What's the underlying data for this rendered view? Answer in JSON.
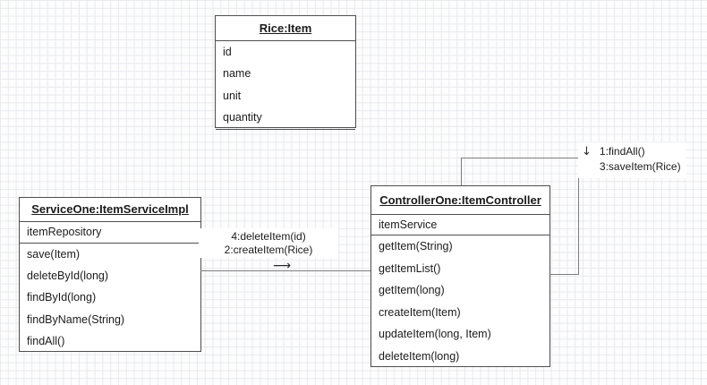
{
  "objects": {
    "rice": {
      "title": "Rice:Item",
      "attributes": [
        "id",
        "name",
        "unit",
        "quantity"
      ]
    },
    "service": {
      "title": "ServiceOne:ItemServiceImpl",
      "attributes": [
        "itemRepository"
      ],
      "methods": [
        "save(Item)",
        "deleteById(long)",
        "findById(long)",
        "findByName(String)",
        "findAll()"
      ]
    },
    "controller": {
      "title": "ControllerOne:ItemController",
      "attributes": [
        "itemService"
      ],
      "methods": [
        "getItem(String)",
        "getItemList()",
        "getItem(long)",
        "createItem(Item)",
        "updateItem(long, Item)",
        "deleteItem(long)"
      ]
    }
  },
  "connections": {
    "service_to_controller": {
      "labels": [
        "4:deleteItem(id)",
        "2:createItem(Rice)"
      ],
      "arrow": "⟶"
    },
    "controller_self": {
      "labels": [
        "1:findAll()",
        "3:saveItem(Rice)"
      ],
      "arrow": "↓"
    }
  },
  "colors": {
    "box_border": "#4f4f4f",
    "box_bg": "#ffffff",
    "connector": "#7d7d7d",
    "text": "#1b1b1b",
    "canvas_bg": "#fdfdfe",
    "grid_line": "#e7e9ec"
  }
}
